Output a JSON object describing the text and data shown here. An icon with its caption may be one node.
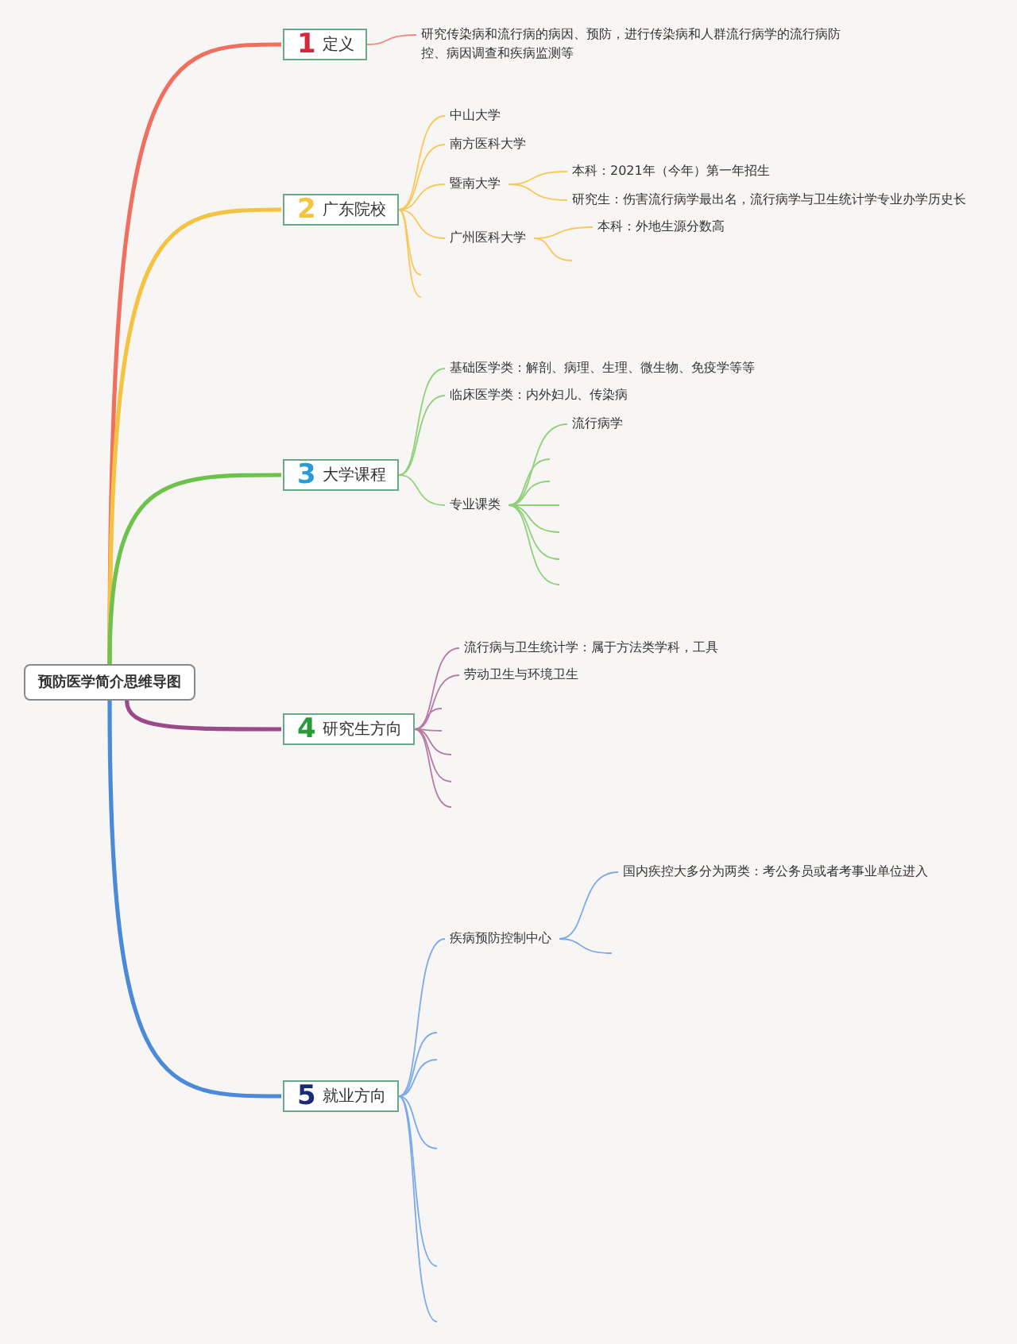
{
  "diagram": {
    "nodes": [
      {
        "text": [
          "预防医学简介思维导图"
        ]
      },
      {
        "text": [
          "1",
          "定义"
        ]
      },
      {
        "text": [
          "研究传染病和流行病的病因、预防，进行传染病和人群流行病学的流行病防控、病因调查和疾病监测等"
        ]
      },
      {
        "text": [
          "2",
          "广东院校"
        ]
      },
      {
        "text": [
          "中山大学"
        ]
      },
      {
        "text": [
          "南方医科大学"
        ]
      },
      {
        "text": [
          "暨南大学"
        ]
      },
      {
        "text": [
          "本科：2021年（今年）第一年招生"
        ]
      },
      {
        "text": [
          "研究生：伤害流行病学最出名，流行病学与卫生统计学专业办学历史长"
        ]
      },
      {
        "text": [
          "广州医科大学"
        ]
      },
      {
        "text": [
          "本科：外地生源分数高"
        ]
      },
      {
        "text": [
          "3",
          "大学课程"
        ]
      },
      {
        "text": [
          "基础医学类：解剖、病理、生理、微生物、免疫学等等"
        ]
      },
      {
        "text": [
          "临床医学类：内外妇儿、传染病"
        ]
      },
      {
        "text": [
          "专业课类"
        ]
      },
      {
        "text": [
          "流行病学"
        ]
      },
      {
        "text": [
          "4",
          "研究生方向"
        ]
      },
      {
        "text": [
          "流行病与卫生统计学：属于方法类学科，工具"
        ]
      },
      {
        "text": [
          "劳动卫生与环境卫生"
        ]
      },
      {
        "text": [
          "5",
          "就业方向"
        ]
      },
      {
        "text": [
          "疾病预防控制中心"
        ]
      },
      {
        "text": [
          "国内疾控大多分为两类：考公务员或者考事业单位进入"
        ]
      }
    ],
    "edges": [
      {
        "from": 0,
        "to": 1,
        "arrow": "none",
        "style": "thick",
        "color": "#f07060"
      },
      {
        "from": 0,
        "to": 3,
        "arrow": "none",
        "style": "thick",
        "color": "#f5c342"
      },
      {
        "from": 0,
        "to": 11,
        "arrow": "none",
        "style": "thick",
        "color": "#6cc24a"
      },
      {
        "from": 0,
        "to": 16,
        "arrow": "none",
        "style": "thick",
        "color": "#9a4a8a"
      },
      {
        "from": 0,
        "to": 19,
        "arrow": "none",
        "style": "thick",
        "color": "#4a8ad8"
      },
      {
        "from": 1,
        "to": 2,
        "arrow": "none",
        "color": "#f08a80"
      },
      {
        "from": 3,
        "to": 4,
        "arrow": "none",
        "color": "#f7c85a"
      },
      {
        "from": 3,
        "to": 5,
        "arrow": "none",
        "color": "#f7c85a"
      },
      {
        "from": 3,
        "to": 6,
        "arrow": "none",
        "color": "#f7c85a"
      },
      {
        "from": 3,
        "to": 9,
        "arrow": "none",
        "color": "#f7c85a"
      },
      {
        "from": 3,
        "to": null,
        "arrow": "none",
        "color": "#f7c85a"
      },
      {
        "from": 3,
        "to": null,
        "arrow": "none",
        "color": "#f7c85a"
      },
      {
        "from": 6,
        "to": 7,
        "arrow": "none",
        "color": "#f7c85a"
      },
      {
        "from": 6,
        "to": 8,
        "arrow": "none",
        "color": "#f7c85a"
      },
      {
        "from": 9,
        "to": 10,
        "arrow": "none",
        "color": "#f7c85a"
      },
      {
        "from": 9,
        "to": null,
        "arrow": "none",
        "color": "#f7c85a"
      },
      {
        "from": 11,
        "to": 12,
        "arrow": "none",
        "color": "#8fd07a"
      },
      {
        "from": 11,
        "to": 13,
        "arrow": "none",
        "color": "#8fd07a"
      },
      {
        "from": 11,
        "to": 14,
        "arrow": "none",
        "color": "#8fd07a"
      },
      {
        "from": 14,
        "to": 15,
        "arrow": "none",
        "color": "#8fd07a"
      },
      {
        "from": 14,
        "to": null,
        "arrow": "none",
        "color": "#8fd07a"
      },
      {
        "from": 14,
        "to": null,
        "arrow": "none",
        "color": "#8fd07a"
      },
      {
        "from": 14,
        "to": null,
        "arrow": "none",
        "color": "#8fd07a"
      },
      {
        "from": 14,
        "to": null,
        "arrow": "none",
        "color": "#8fd07a"
      },
      {
        "from": 14,
        "to": null,
        "arrow": "none",
        "color": "#8fd07a"
      },
      {
        "from": 14,
        "to": null,
        "arrow": "none",
        "color": "#8fd07a"
      },
      {
        "from": 16,
        "to": 17,
        "arrow": "none",
        "color": "#b77aa8"
      },
      {
        "from": 16,
        "to": 18,
        "arrow": "none",
        "color": "#b77aa8"
      },
      {
        "from": 16,
        "to": null,
        "arrow": "none",
        "color": "#b77aa8"
      },
      {
        "from": 16,
        "to": null,
        "arrow": "none",
        "color": "#b77aa8"
      },
      {
        "from": 16,
        "to": null,
        "arrow": "none",
        "color": "#b77aa8"
      },
      {
        "from": 16,
        "to": null,
        "arrow": "none",
        "color": "#b77aa8"
      },
      {
        "from": 16,
        "to": null,
        "arrow": "none",
        "color": "#b77aa8"
      },
      {
        "from": 19,
        "to": 20,
        "arrow": "none",
        "color": "#7aaae8"
      },
      {
        "from": 19,
        "to": null,
        "arrow": "none",
        "color": "#7aaae8"
      },
      {
        "from": 19,
        "to": null,
        "arrow": "none",
        "color": "#7aaae8"
      },
      {
        "from": 19,
        "to": null,
        "arrow": "none",
        "color": "#7aaae8"
      },
      {
        "from": 19,
        "to": null,
        "arrow": "none",
        "color": "#7aaae8"
      },
      {
        "from": 19,
        "to": null,
        "arrow": "none",
        "color": "#7aaae8"
      },
      {
        "from": 20,
        "to": 21,
        "arrow": "none",
        "color": "#7aaae8"
      },
      {
        "from": 20,
        "to": null,
        "arrow": "none",
        "color": "#7aaae8"
      }
    ]
  }
}
